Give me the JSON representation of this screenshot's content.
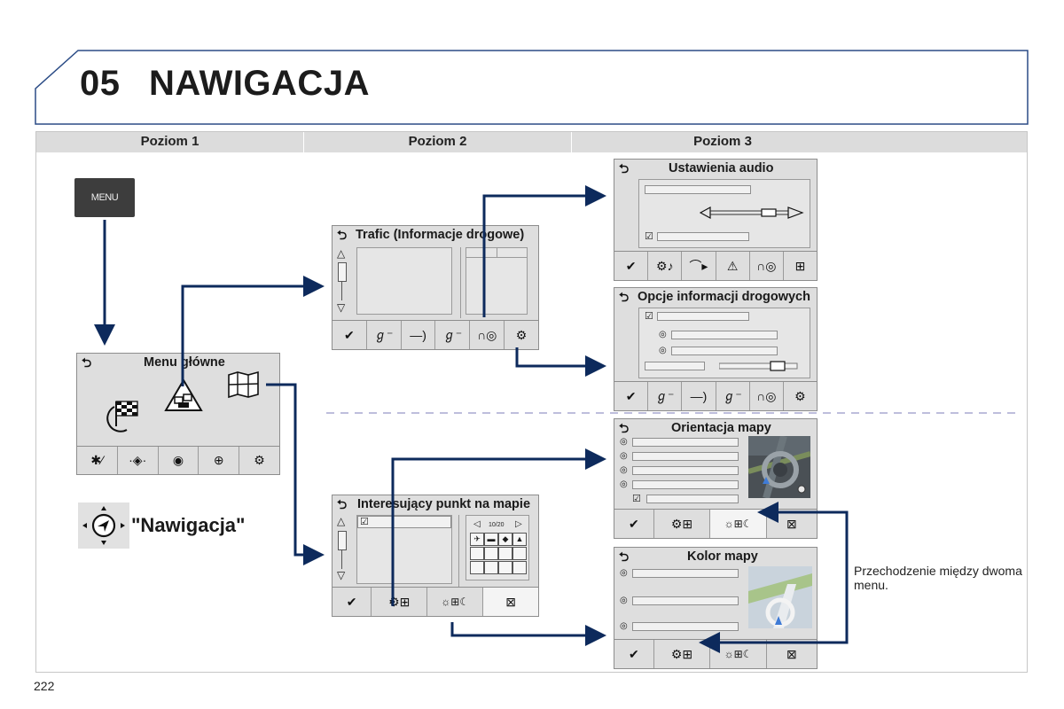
{
  "header": {
    "chapter_number": "05",
    "chapter_title": "NAWIGACJA"
  },
  "columns": [
    "Poziom 1",
    "Poziom 2",
    "Poziom 3"
  ],
  "menu_button": {
    "label": "MENU"
  },
  "main_menu": {
    "title": "Menu główne",
    "tab_icons": [
      "bluetooth-phone-icon",
      "navigation-icon",
      "radio-icon",
      "internet-icon",
      "settings-icon"
    ]
  },
  "nav_label": "\"Nawigacja\"",
  "traffic_screen": {
    "title": "Trafic (Informacje drogowe)",
    "tab_icons": [
      "check-icon",
      "sign-icon",
      "route-icon",
      "sign-icon",
      "voice-icon",
      "settings-icon"
    ]
  },
  "poi_screen": {
    "title": "Interesujący punkt na mapie",
    "pager": "10/20",
    "tab_icons": [
      "check-icon",
      "map-settings-icon",
      "day-night-icon",
      "map-poi-icon"
    ]
  },
  "audio_screen": {
    "title": "Ustawienia audio",
    "tab_icons": [
      "check-icon",
      "audio-settings-icon",
      "route-icon",
      "warning-icon",
      "voice-icon",
      "map-icon"
    ]
  },
  "traffic_options_screen": {
    "title": "Opcje informacji drogowych",
    "tab_icons": [
      "check-icon",
      "sign-icon",
      "route-icon",
      "sign-icon",
      "voice-icon",
      "settings-icon"
    ]
  },
  "orientation_screen": {
    "title": "Orientacja mapy",
    "tab_icons": [
      "check-icon",
      "map-settings-icon",
      "day-night-icon",
      "map-poi-icon"
    ]
  },
  "color_screen": {
    "title": "Kolor mapy",
    "tab_icons": [
      "check-icon",
      "map-settings-icon",
      "day-night-icon",
      "map-poi-icon"
    ]
  },
  "switch_note": "Przechodzenie między dwoma menu.",
  "page_number": "222",
  "colors": {
    "arrow": "#0d2a5c",
    "screen_bg": "#dedede",
    "header_line": "#1e3f7a"
  }
}
